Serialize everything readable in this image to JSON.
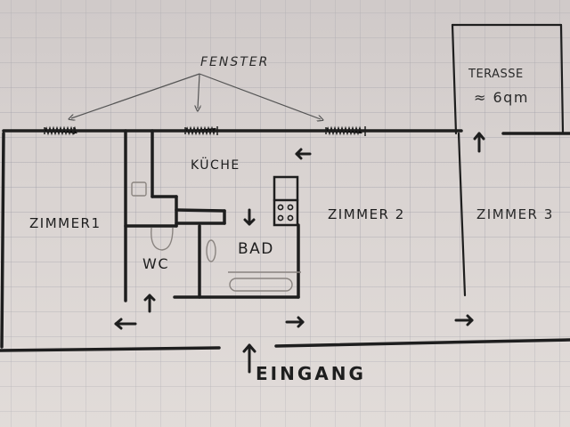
{
  "title": "Hand-drawn apartment floor plan",
  "colors": {
    "paper": "#d9d3d1",
    "grid": "#9a9aa4",
    "ink": "#1e1e1e",
    "pencil": "#555555"
  },
  "annotations": {
    "windows_label": "FENSTER",
    "entrance_label": "EINGANG"
  },
  "rooms": [
    {
      "id": "zimmer1",
      "label": "ZIMMER1"
    },
    {
      "id": "kueche",
      "label": "KÜCHE"
    },
    {
      "id": "wc",
      "label": "WC"
    },
    {
      "id": "bad",
      "label": "BAD"
    },
    {
      "id": "zimmer2",
      "label": "ZIMMER 2"
    },
    {
      "id": "zimmer3",
      "label": "ZIMMER 3"
    },
    {
      "id": "terasse",
      "label": "TERASSE",
      "area": "≈ 6qm"
    }
  ],
  "icons": {
    "stove": "stove-icon",
    "toilet": "toilet-icon",
    "sink": "sink-icon",
    "bathtub": "bathtub-icon",
    "door_arrow": "door-arrow-icon",
    "window": "window-icon"
  }
}
